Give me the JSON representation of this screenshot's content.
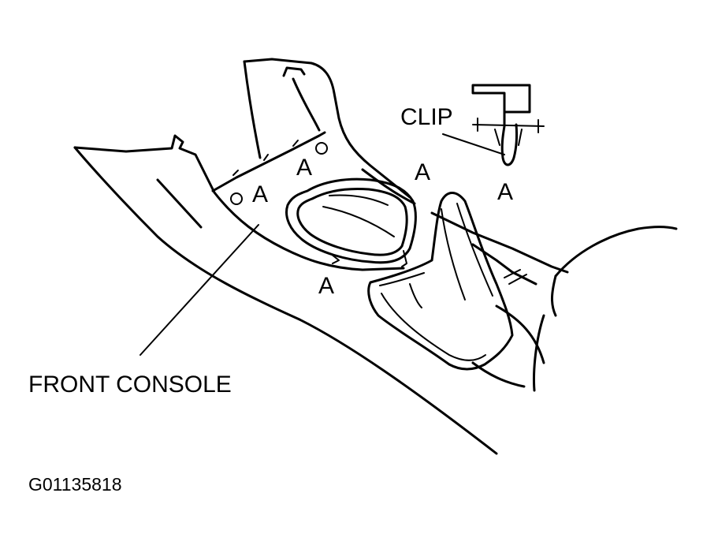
{
  "labels": {
    "clip": "CLIP",
    "front_console": "FRONT CONSOLE",
    "clip_point": "A",
    "figure_id": "G01135818"
  }
}
